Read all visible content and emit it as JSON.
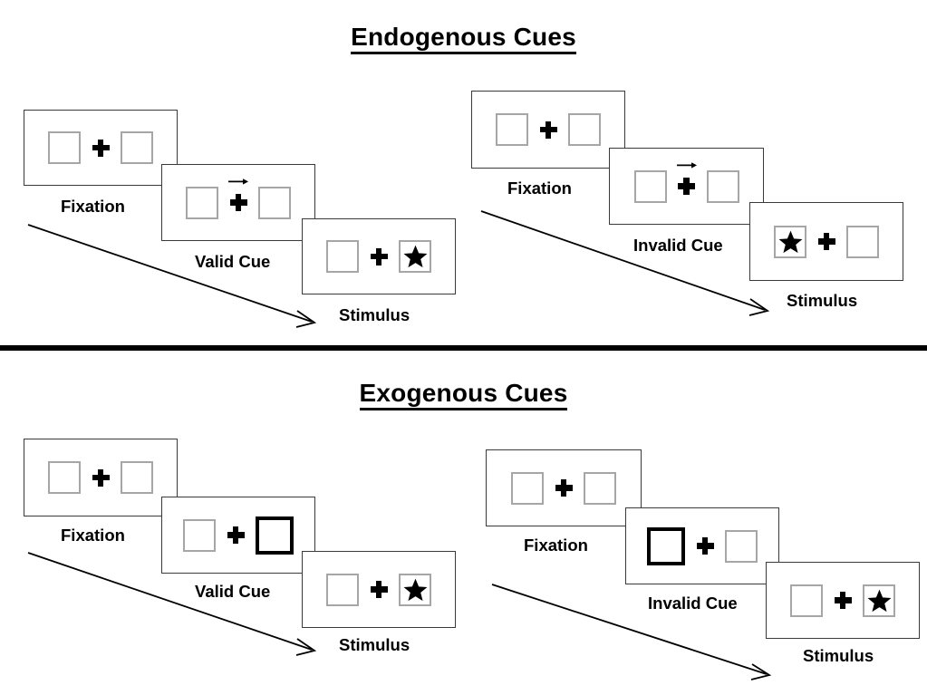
{
  "figure": {
    "title_top": "Endogenous Cues",
    "title_bottom": "Exogenous Cues"
  },
  "labels": {
    "fixation": "Fixation",
    "valid_cue": "Valid Cue",
    "invalid_cue": "Invalid Cue",
    "stimulus": "Stimulus"
  },
  "colors": {
    "panel_border": "#3a3a3a",
    "box_border": "#a6a6a6",
    "cued_box_border": "#000000",
    "ink": "#000000",
    "background": "#ffffff"
  },
  "sections": [
    {
      "id": "endogenous",
      "title": "Endogenous Cues",
      "cue_type": "central-arrow",
      "sequences": [
        {
          "id": "endogenous-valid",
          "condition": "valid",
          "frames": [
            {
              "label": "Fixation",
              "left_box": "empty",
              "right_box": "empty",
              "cross": "plus",
              "arrow": "none"
            },
            {
              "label": "Valid Cue",
              "left_box": "empty",
              "right_box": "empty",
              "cross": "plus-arrow",
              "arrow": "right"
            },
            {
              "label": "Stimulus",
              "left_box": "empty",
              "right_box": "star",
              "cross": "plus",
              "arrow": "none"
            }
          ]
        },
        {
          "id": "endogenous-invalid",
          "condition": "invalid",
          "frames": [
            {
              "label": "Fixation",
              "left_box": "empty",
              "right_box": "empty",
              "cross": "plus",
              "arrow": "none"
            },
            {
              "label": "Invalid Cue",
              "left_box": "empty",
              "right_box": "empty",
              "cross": "plus-arrow",
              "arrow": "right"
            },
            {
              "label": "Stimulus",
              "left_box": "star",
              "right_box": "empty",
              "cross": "plus",
              "arrow": "none"
            }
          ]
        }
      ]
    },
    {
      "id": "exogenous",
      "title": "Exogenous Cues",
      "cue_type": "peripheral-box-flash",
      "sequences": [
        {
          "id": "exogenous-valid",
          "condition": "valid",
          "frames": [
            {
              "label": "Fixation",
              "left_box": "empty",
              "right_box": "empty",
              "cross": "plus",
              "arrow": "none"
            },
            {
              "label": "Valid Cue",
              "left_box": "empty",
              "right_box": "cued",
              "cross": "plus",
              "arrow": "none"
            },
            {
              "label": "Stimulus",
              "left_box": "empty",
              "right_box": "star",
              "cross": "plus",
              "arrow": "none"
            }
          ]
        },
        {
          "id": "exogenous-invalid",
          "condition": "invalid",
          "frames": [
            {
              "label": "Fixation",
              "left_box": "empty",
              "right_box": "empty",
              "cross": "plus",
              "arrow": "none"
            },
            {
              "label": "Invalid Cue",
              "left_box": "cued",
              "right_box": "empty",
              "cross": "plus",
              "arrow": "none"
            },
            {
              "label": "Stimulus",
              "left_box": "empty",
              "right_box": "star",
              "cross": "plus",
              "arrow": "none"
            }
          ]
        }
      ]
    }
  ],
  "time_arrows": [
    {
      "id": "endogenous-valid-time-arrow",
      "direction": "down-right"
    },
    {
      "id": "endogenous-invalid-time-arrow",
      "direction": "down-right"
    },
    {
      "id": "exogenous-valid-time-arrow",
      "direction": "down-right"
    },
    {
      "id": "exogenous-invalid-time-arrow",
      "direction": "down-right"
    }
  ]
}
